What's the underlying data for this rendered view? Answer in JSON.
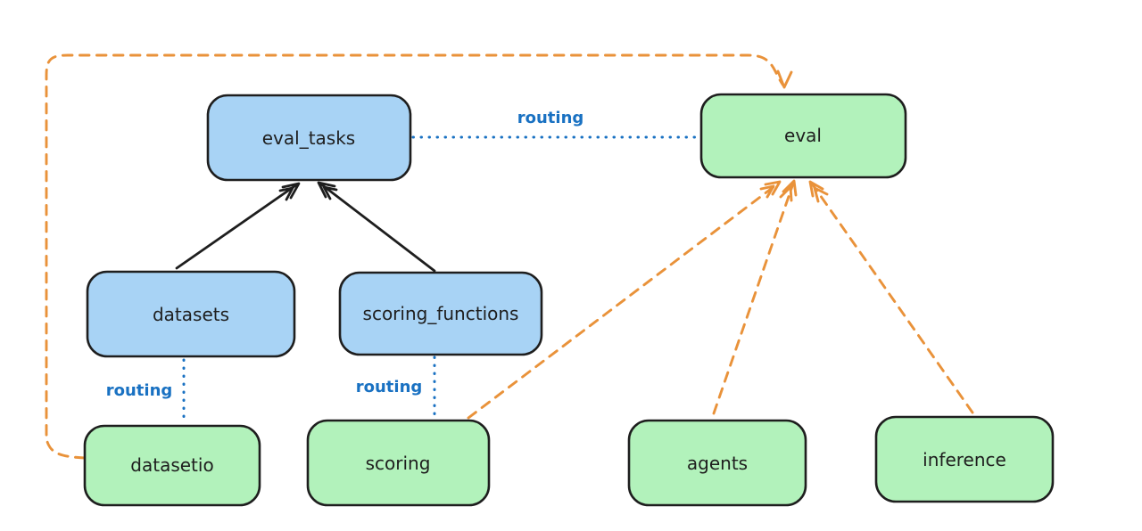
{
  "diagram": {
    "background": "#ffffff",
    "colors": {
      "node_stroke": "#1e1e1e",
      "blue_fill": "#a8d3f5",
      "green_fill": "#b2f2bb",
      "routing_blue": "#1971c2",
      "orange": "#e9923a",
      "black": "#1e1e1e"
    },
    "nodes": [
      {
        "id": "eval_tasks",
        "label": "eval_tasks",
        "fill": "#a8d3f5"
      },
      {
        "id": "eval",
        "label": "eval",
        "fill": "#b2f2bb"
      },
      {
        "id": "datasets",
        "label": "datasets",
        "fill": "#a8d3f5"
      },
      {
        "id": "scoring_functions",
        "label": "scoring_functions",
        "fill": "#a8d3f5"
      },
      {
        "id": "datasetio",
        "label": "datasetio",
        "fill": "#b2f2bb"
      },
      {
        "id": "scoring",
        "label": "scoring",
        "fill": "#b2f2bb"
      },
      {
        "id": "agents",
        "label": "agents",
        "fill": "#b2f2bb"
      },
      {
        "id": "inference",
        "label": "inference",
        "fill": "#b2f2bb"
      }
    ],
    "edges": [
      {
        "from": "datasets",
        "to": "eval_tasks",
        "style": "solid",
        "color": "#1e1e1e",
        "label": ""
      },
      {
        "from": "scoring_functions",
        "to": "eval_tasks",
        "style": "solid",
        "color": "#1e1e1e",
        "label": ""
      },
      {
        "from": "eval_tasks",
        "to": "eval",
        "style": "dotted",
        "color": "#1971c2",
        "label": "routing"
      },
      {
        "from": "datasets",
        "to": "datasetio",
        "style": "dotted",
        "color": "#1971c2",
        "label": "routing"
      },
      {
        "from": "scoring_functions",
        "to": "scoring",
        "style": "dotted",
        "color": "#1971c2",
        "label": "routing"
      },
      {
        "from": "datasetio",
        "to": "eval",
        "style": "dashed",
        "color": "#e9923a",
        "label": ""
      },
      {
        "from": "scoring",
        "to": "eval",
        "style": "dashed",
        "color": "#e9923a",
        "label": ""
      },
      {
        "from": "agents",
        "to": "eval",
        "style": "dashed",
        "color": "#e9923a",
        "label": ""
      },
      {
        "from": "inference",
        "to": "eval",
        "style": "dashed",
        "color": "#e9923a",
        "label": ""
      }
    ]
  }
}
